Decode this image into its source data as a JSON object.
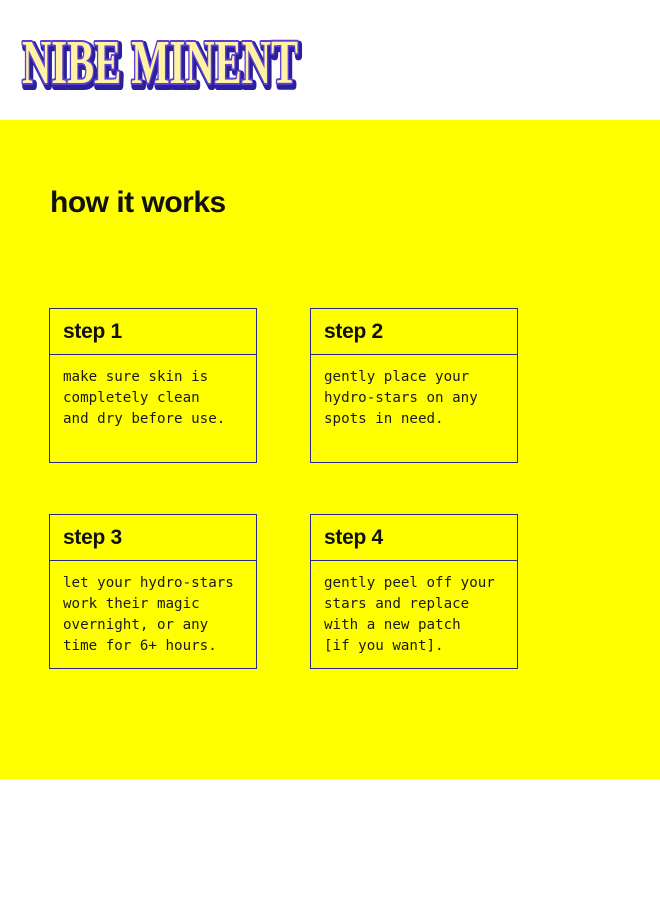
{
  "brand": {
    "logo_text": "NIBE MINENT",
    "colors": {
      "fill": "#fff3a3",
      "outline": "#5b3fd6",
      "shadow": "#2b1f9a"
    }
  },
  "panel_color": "#ffff00",
  "section": {
    "title": "how it works"
  },
  "steps": [
    {
      "title": "step 1",
      "body": "make sure skin is\ncompletely clean\nand dry before use."
    },
    {
      "title": "step 2",
      "body": "gently place your\nhydro-stars on any\nspots in need."
    },
    {
      "title": "step 3",
      "body": "let your hydro-stars\nwork their magic\novernight, or any\ntime for 6+ hours."
    },
    {
      "title": "step 4",
      "body": "gently peel off your\nstars and replace\nwith a new patch\n[if you want]."
    }
  ]
}
